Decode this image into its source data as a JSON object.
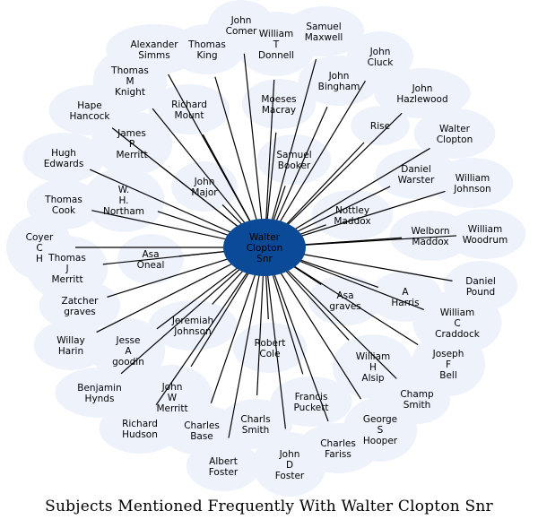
{
  "title": "Subjects Mentioned Frequently With Walter Clopton Snr",
  "colors": {
    "center_fill": "#0b4a96",
    "node_bg": "#eef3fb",
    "edge": "#000000"
  },
  "center": {
    "label": "Walter Clopton Snr"
  },
  "nodes": [
    {
      "id": "john-comer",
      "label": "John Comer"
    },
    {
      "id": "samuel-maxwell",
      "label": "Samuel Maxwell"
    },
    {
      "id": "alexander-simms",
      "label": "Alexander Simms"
    },
    {
      "id": "thomas-king",
      "label": "Thomas King"
    },
    {
      "id": "william-t-donnell",
      "label": "William T Donnell"
    },
    {
      "id": "john-cluck",
      "label": "John Cluck"
    },
    {
      "id": "thomas-m-knight",
      "label": "Thomas M Knight"
    },
    {
      "id": "john-bingham",
      "label": "John Bingham"
    },
    {
      "id": "john-hazlewood",
      "label": "John Hazlewood"
    },
    {
      "id": "hape-hancock",
      "label": "Hape Hancock"
    },
    {
      "id": "richard-mount",
      "label": "Richard Mount"
    },
    {
      "id": "moeses-macray",
      "label": "Moeses Macray"
    },
    {
      "id": "rise",
      "label": "Rise"
    },
    {
      "id": "walter-clopton",
      "label": "Walter Clopton"
    },
    {
      "id": "james-p-merritt",
      "label": "James P Merritt"
    },
    {
      "id": "hugh-edwards",
      "label": "Hugh Edwards"
    },
    {
      "id": "samuel-booker",
      "label": "Samuel Booker"
    },
    {
      "id": "daniel-warster",
      "label": "Daniel Warster"
    },
    {
      "id": "william-johnson",
      "label": "William Johnson"
    },
    {
      "id": "w-h-northam",
      "label": "W. H. Northam"
    },
    {
      "id": "john-major",
      "label": "John Major"
    },
    {
      "id": "thomas-cook",
      "label": "Thomas Cook"
    },
    {
      "id": "nottley-maddox",
      "label": "Nottley Maddox"
    },
    {
      "id": "coyer",
      "label": "Coyer C H"
    },
    {
      "id": "welborn-maddox",
      "label": "Welborn Maddox"
    },
    {
      "id": "william-woodrum",
      "label": "William Woodrum"
    },
    {
      "id": "asa-oneal",
      "label": "Asa Oneal"
    },
    {
      "id": "thomas-j-merritt",
      "label": "Thomas J Merritt"
    },
    {
      "id": "daniel-pound",
      "label": "Daniel Pound"
    },
    {
      "id": "asa-graves",
      "label": "Asa graves"
    },
    {
      "id": "a-harris",
      "label": "A Harris"
    },
    {
      "id": "zatcher-graves",
      "label": "Zatcher graves"
    },
    {
      "id": "jeremiah-johnson",
      "label": "Jeremiah Johnson"
    },
    {
      "id": "william-c-craddock",
      "label": "William C Craddock"
    },
    {
      "id": "willay-harin",
      "label": "Willay Harin"
    },
    {
      "id": "jesse-a-goodin",
      "label": "Jesse A goodin"
    },
    {
      "id": "robert-cole",
      "label": "Robert Cole"
    },
    {
      "id": "william-h-alsip",
      "label": "William H Alsip"
    },
    {
      "id": "joseph-f-bell",
      "label": "Joseph F Bell"
    },
    {
      "id": "benjamin-hynds",
      "label": "Benjamin Hynds"
    },
    {
      "id": "john-w-merritt",
      "label": "John W Merritt"
    },
    {
      "id": "champ-smith",
      "label": "Champ Smith"
    },
    {
      "id": "francis-puckett",
      "label": "Francis Puckett"
    },
    {
      "id": "richard-hudson",
      "label": "Richard Hudson"
    },
    {
      "id": "charles-base",
      "label": "Charles Base"
    },
    {
      "id": "charls-smith",
      "label": "Charls Smith"
    },
    {
      "id": "george-s-hooper",
      "label": "George S Hooper"
    },
    {
      "id": "charles-fariss",
      "label": "Charles Fariss"
    },
    {
      "id": "albert-foster",
      "label": "Albert Foster"
    },
    {
      "id": "john-d-foster",
      "label": "John D Foster"
    }
  ]
}
